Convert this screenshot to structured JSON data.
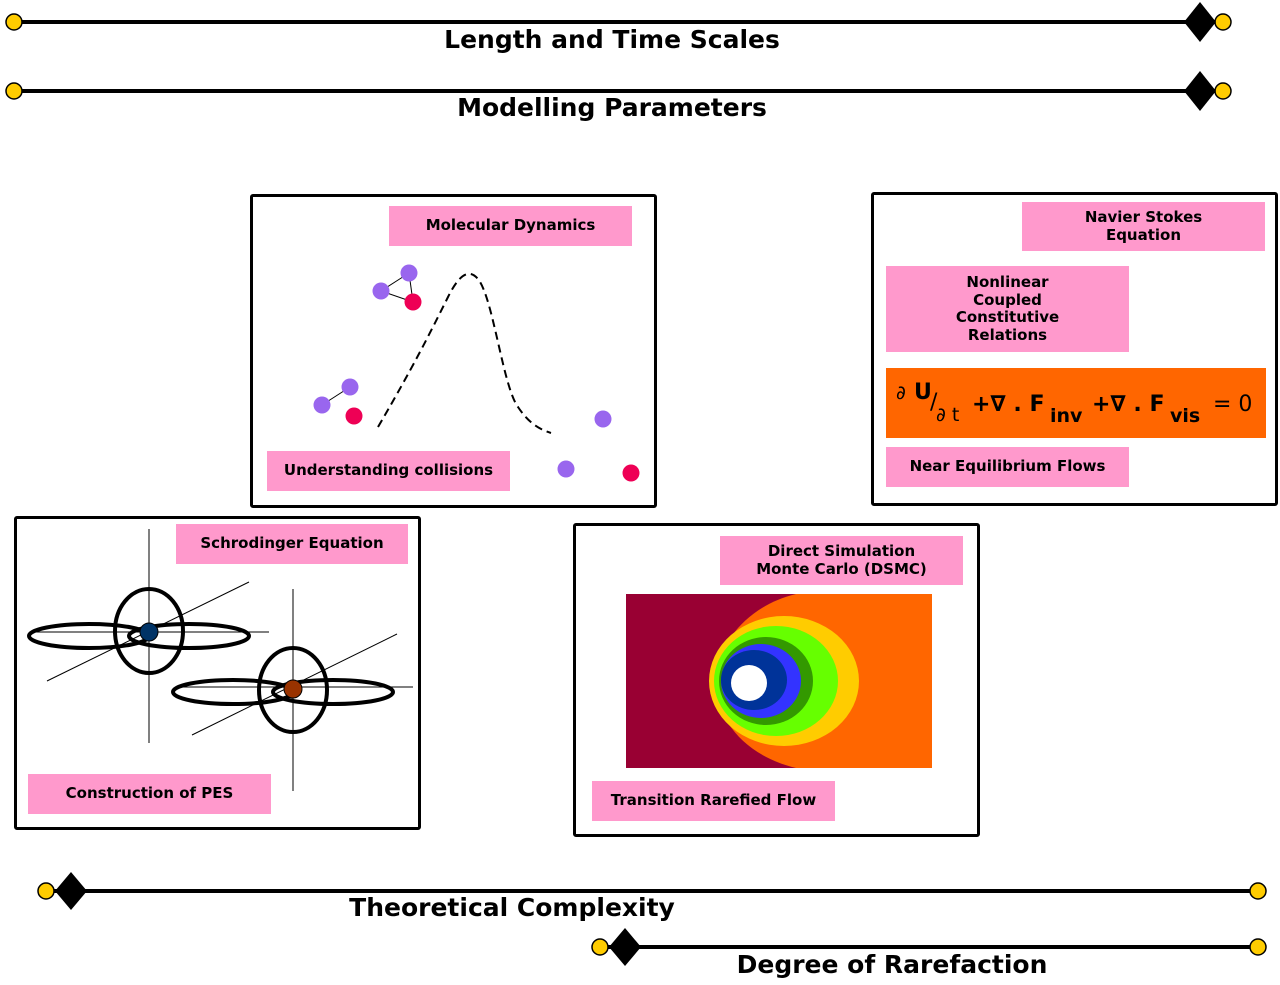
{
  "axes": {
    "length_time": "Length and Time Scales",
    "modelling": "Modelling Parameters",
    "theoretical": "Theoretical Complexity",
    "rarefaction": "Degree of Rarefaction"
  },
  "panels": {
    "md": {
      "title": "Molecular Dynamics",
      "subtitle": "Understanding collisions"
    },
    "ns": {
      "title": "Navier Stokes\nEquation",
      "relations": "Nonlinear\nCoupled\nConstitutive\nRelations",
      "regime": "Near Equilibrium Flows"
    },
    "qm": {
      "title": "Schrodinger Equation",
      "subtitle": "Construction of PES"
    },
    "dsmc": {
      "title": "Direct Simulation\nMonte Carlo (DSMC)",
      "subtitle": "Transition Rarefied Flow"
    }
  },
  "equation": {
    "partial": "∂",
    "U": "U",
    "slash": "/",
    "dt": "∂ t",
    "plus1": "+∇ . F",
    "inv": "inv",
    "plus2": "+∇ . F",
    "vis": "vis",
    "rhs": "= 0"
  },
  "colors": {
    "tag": "#ff99cc",
    "equation_bg": "#ff6600",
    "axis_endpoint": "#ffcc00",
    "atom_purple": "#9966ee",
    "atom_red": "#ee0055",
    "contour": [
      "#990033",
      "#ff6600",
      "#ffcc00",
      "#66ff00",
      "#339900",
      "#3333ff",
      "#003399",
      "#ffffff"
    ]
  },
  "icons": [
    "diamond-marker-icon",
    "circle-endpoint-icon",
    "atom-icon",
    "orbital-icon"
  ]
}
